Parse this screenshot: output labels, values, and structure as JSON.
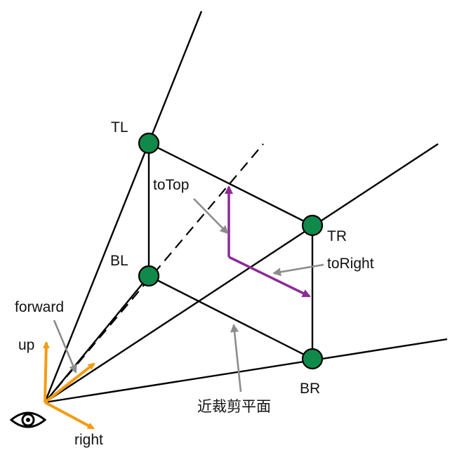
{
  "corners": {
    "tl": "TL",
    "tr": "TR",
    "bl": "BL",
    "br": "BR"
  },
  "vectors": {
    "to_top": "toTop",
    "to_right": "toRight"
  },
  "camera_axes": {
    "forward": "forward",
    "up": "up",
    "right": "right"
  },
  "near_plane_label": "近裁剪平面",
  "colors": {
    "line": "#000000",
    "corner_fill": "#0f8a4a",
    "purple": "#8e2a98",
    "orange": "#f39c12",
    "pointer": "#8c8c8c"
  },
  "icons": {
    "eye": "eye-icon"
  }
}
